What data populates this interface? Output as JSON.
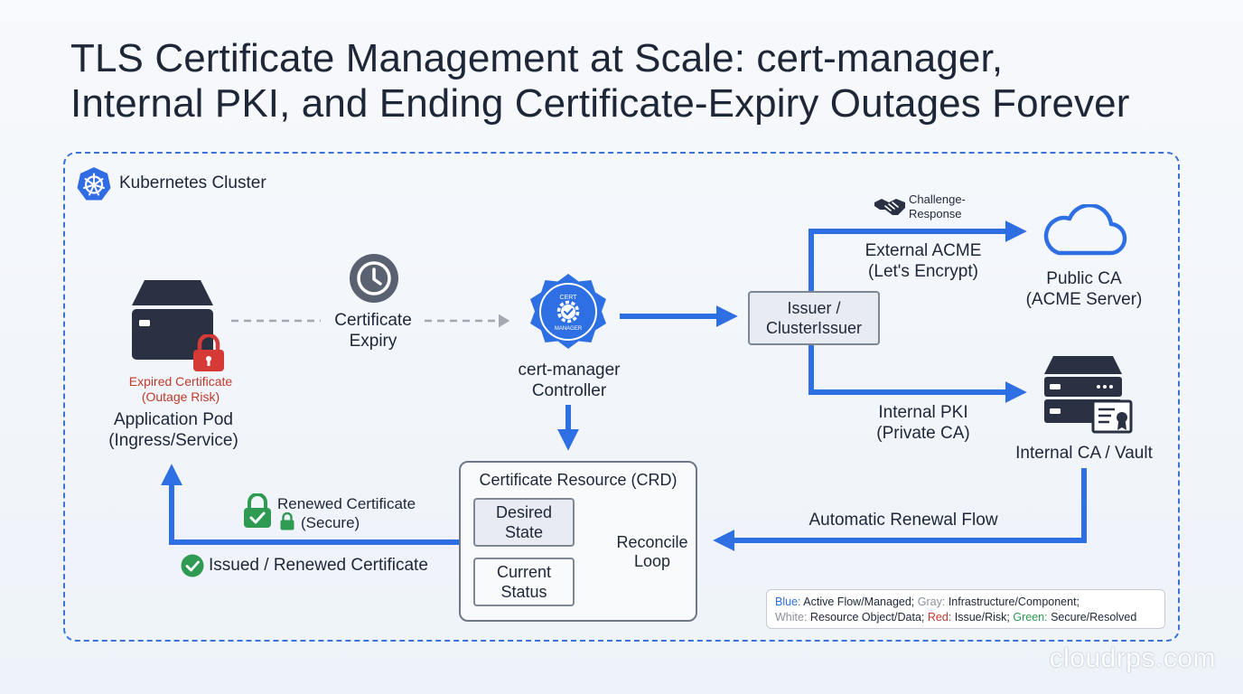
{
  "title_line1": "TLS Certificate Management at Scale: cert-manager,",
  "title_line2": "Internal PKI, and Ending Certificate-Expiry Outages Forever",
  "cluster_label": "Kubernetes Cluster",
  "app_pod": {
    "warning_line1": "Expired Certificate",
    "warning_line2": "(Outage Risk)",
    "label_line1": "Application Pod",
    "label_line2": "(Ingress/Service)"
  },
  "expiry": {
    "line1": "Certificate",
    "line2": "Expiry"
  },
  "controller": {
    "badge_top": "CERT",
    "badge_bottom": "MANAGER",
    "line1": "cert-manager",
    "line2": "Controller"
  },
  "issuer": {
    "line1": "Issuer /",
    "line2": "ClusterIssuer"
  },
  "challenge": {
    "line1": "Challenge-",
    "line2": "Response"
  },
  "external_acme": {
    "line1": "External ACME",
    "line2": "(Let's Encrypt)"
  },
  "public_ca": {
    "line1": "Public CA",
    "line2": "(ACME Server)"
  },
  "internal_pki": {
    "line1": "Internal PKI",
    "line2": "(Private CA)"
  },
  "internal_ca": {
    "label": "Internal CA / Vault"
  },
  "crd": {
    "title": "Certificate Resource (CRD)",
    "desired_line1": "Desired",
    "desired_line2": "State",
    "current_line1": "Current",
    "current_line2": "Status",
    "reconcile_line1": "Reconcile",
    "reconcile_line2": "Loop"
  },
  "renewed": {
    "line1": "Renewed Certificate",
    "line2": "(Secure)"
  },
  "issued": {
    "label": "Issued / Renewed Certificate"
  },
  "auto_renewal": {
    "label": "Automatic Renewal Flow"
  },
  "legend": {
    "blue_key": "Blue:",
    "blue_text": "Active Flow/Managed;",
    "gray_key": "Gray:",
    "gray_text": "Infrastructure/Component;",
    "white_key": "White:",
    "white_text": "Resource Object/Data;",
    "red_key": "Red:",
    "red_text": "Issue/Risk;",
    "green_key": "Green:",
    "green_text": "Secure/Resolved"
  },
  "watermark": "cloudrps.com",
  "colors": {
    "accent_blue": "#2f6fe4",
    "risk_red": "#c0392b",
    "secure_green": "#2e9a52",
    "dark_icon": "#2a3142",
    "gray_connector": "#a3a9b3"
  },
  "icons": [
    "kubernetes-icon",
    "clock-icon",
    "cert-manager-badge-icon",
    "server-icon",
    "lock-icon",
    "cloud-icon",
    "handshake-icon",
    "certificate-icon",
    "check-circle-icon"
  ]
}
